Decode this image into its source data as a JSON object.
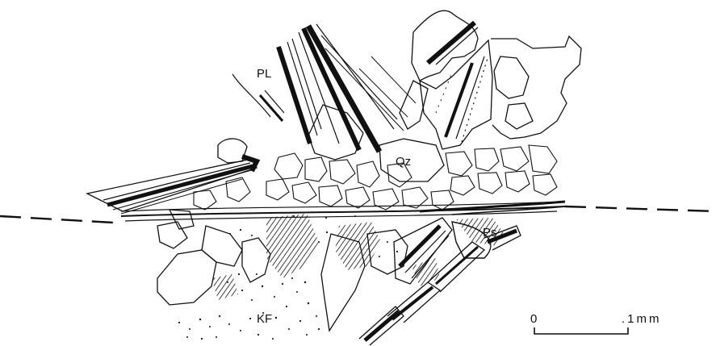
{
  "figure": {
    "labels": {
      "pl": "PL",
      "qz": "Qz",
      "ps": "Ps",
      "kf": "KF"
    },
    "scale_bar": {
      "start": "0",
      "end": ".1mm"
    },
    "colors": {
      "ink": "#111111",
      "background": "#ffffff"
    }
  }
}
